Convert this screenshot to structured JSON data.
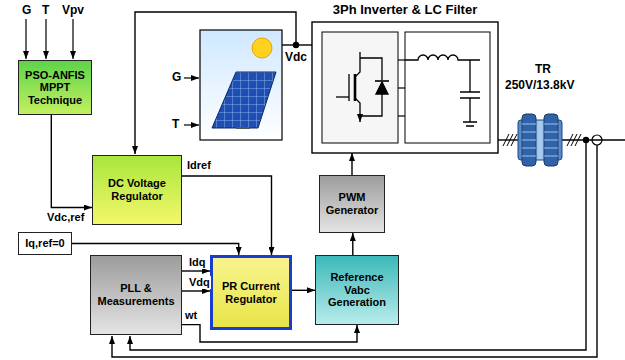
{
  "diagram": {
    "nodes": [
      {
        "text": [
          "PSO-ANFIS MPPT Technique"
        ]
      },
      {
        "text": [
          "3Ph Inverter & LC Filter"
        ]
      },
      {
        "text": [
          "DC Voltage Regulator"
        ]
      },
      {
        "text": [
          "PWM Generator"
        ]
      },
      {
        "text": [
          "Iq,ref=0"
        ]
      },
      {
        "text": [
          "PLL & Measurements"
        ]
      },
      {
        "text": [
          "PR Current Regulator"
        ]
      },
      {
        "text": [
          "Reference Vabc Generation"
        ]
      }
    ],
    "edges": [
      {
        "from": 0,
        "to": 2,
        "arrow": "to",
        "label": "Vdc,ref"
      },
      {
        "from": 2,
        "to": 6,
        "arrow": "to",
        "label": "Idref"
      },
      {
        "from": 4,
        "to": 6,
        "arrow": "to"
      },
      {
        "from": 5,
        "to": 6,
        "arrow": "to",
        "label": "Idq"
      },
      {
        "from": 5,
        "to": 6,
        "arrow": "to",
        "label": "Vdq"
      },
      {
        "from": 6,
        "to": 7,
        "arrow": "to"
      },
      {
        "from": 7,
        "to": 3,
        "arrow": "to"
      },
      {
        "from": 3,
        "to": 1,
        "arrow": "to"
      },
      {
        "from": 5,
        "to": 7,
        "arrow": "to",
        "label": "wt"
      }
    ],
    "labels": [
      "G",
      "T",
      "Vpv",
      "G",
      "T",
      "Vdc",
      "TR",
      "250V/13.8kV"
    ]
  }
}
